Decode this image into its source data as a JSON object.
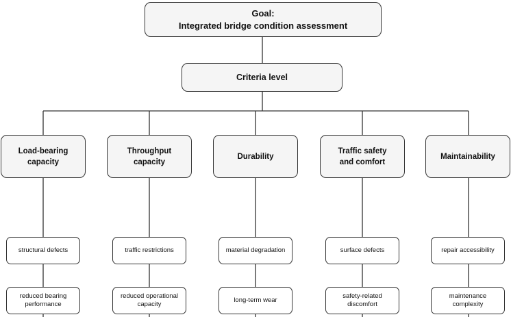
{
  "goal": {
    "line1": "Goal:",
    "line2": "Integrated bridge condition assessment"
  },
  "criteria_level": "Criteria level",
  "criteria": [
    {
      "label": "Load-bearing\ncapacity",
      "sub1": "structural defects",
      "sub2": "reduced bearing\nperformance"
    },
    {
      "label": "Throughput\ncapacity",
      "sub1": "traffic restrictions",
      "sub2": "reduced operational\ncapacity"
    },
    {
      "label": "Durability",
      "sub1": "material degradation",
      "sub2": "long-term wear"
    },
    {
      "label": "Traffic safety\nand comfort",
      "sub1": "surface defects",
      "sub2": "safety-related\ndiscomfort"
    },
    {
      "label": "Maintainability",
      "sub1": "repair accessibility",
      "sub2": "maintenance complexity"
    }
  ]
}
